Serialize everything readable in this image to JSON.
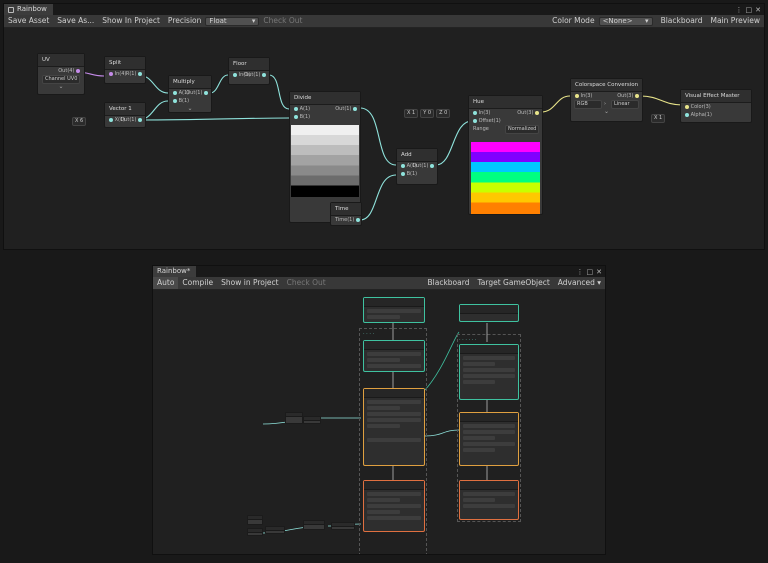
{
  "shader_graph": {
    "tab_title": "Rainbow",
    "toolbar": {
      "save_asset": "Save Asset",
      "save_as": "Save As...",
      "show_in_project": "Show In Project",
      "precision_label": "Precision",
      "precision_value": "Float",
      "check_out": "Check Out",
      "color_mode_label": "Color Mode",
      "color_mode_value": "<None>",
      "blackboard": "Blackboard",
      "main_preview": "Main Preview"
    },
    "nodes": {
      "uv": {
        "title": "UV",
        "out": "Out(4)",
        "channel": "Channel UV0"
      },
      "split": {
        "title": "Split",
        "in": "In(4)",
        "out": "R(1)"
      },
      "multiply": {
        "title": "Multiply",
        "a": "A(1)",
        "b": "B(1)",
        "out": "Out(1)"
      },
      "floor": {
        "title": "Floor",
        "in": "In(1)",
        "out": "Out(1)"
      },
      "vector1": {
        "title": "Vector 1",
        "x_label": "X",
        "x_value": "6",
        "in": "X(1)",
        "out": "Out(1)"
      },
      "divide": {
        "title": "Divide",
        "a": "A(1)",
        "b": "B(1)",
        "out": "Out(1)"
      },
      "add": {
        "title": "Add",
        "a": "A(1)",
        "b": "B(1)",
        "out": "Out(1)"
      },
      "time": {
        "title": "Time",
        "out": "Time(1)"
      },
      "hue": {
        "title": "Hue",
        "in": "In(3)",
        "offset": "Offset(1)",
        "out": "Out(3)",
        "range_label": "Range",
        "range_value": "Normalized",
        "in_values": [
          "X",
          "1",
          "Y",
          "0",
          "Z",
          "0"
        ]
      },
      "colorspace": {
        "title": "Colorspace Conversion",
        "in": "In(3)",
        "out": "Out(3)",
        "from": "RGB",
        "to": "Linear"
      },
      "vem": {
        "title": "Visual Effect Master",
        "color": "Color(3)",
        "alpha": "Alpha(1)",
        "alpha_label": "X",
        "alpha_value": "1"
      }
    },
    "colors": {
      "wire": "#8fe3dc",
      "color_wire": "#e8e48a",
      "uv_wire": "#c58bea"
    }
  },
  "vfx_graph": {
    "tab_title": "Rainbow*",
    "toolbar": {
      "auto": "Auto",
      "compile": "Compile",
      "show_in_project": "Show in Project",
      "check_out": "Check Out",
      "blackboard": "Blackboard",
      "target_gameobject": "Target GameObject",
      "advanced": "Advanced"
    },
    "colors": {
      "spawn": "#3fc2a0",
      "init": "#3fc2a0",
      "update": "#e0a040",
      "output": "#e07040"
    }
  }
}
